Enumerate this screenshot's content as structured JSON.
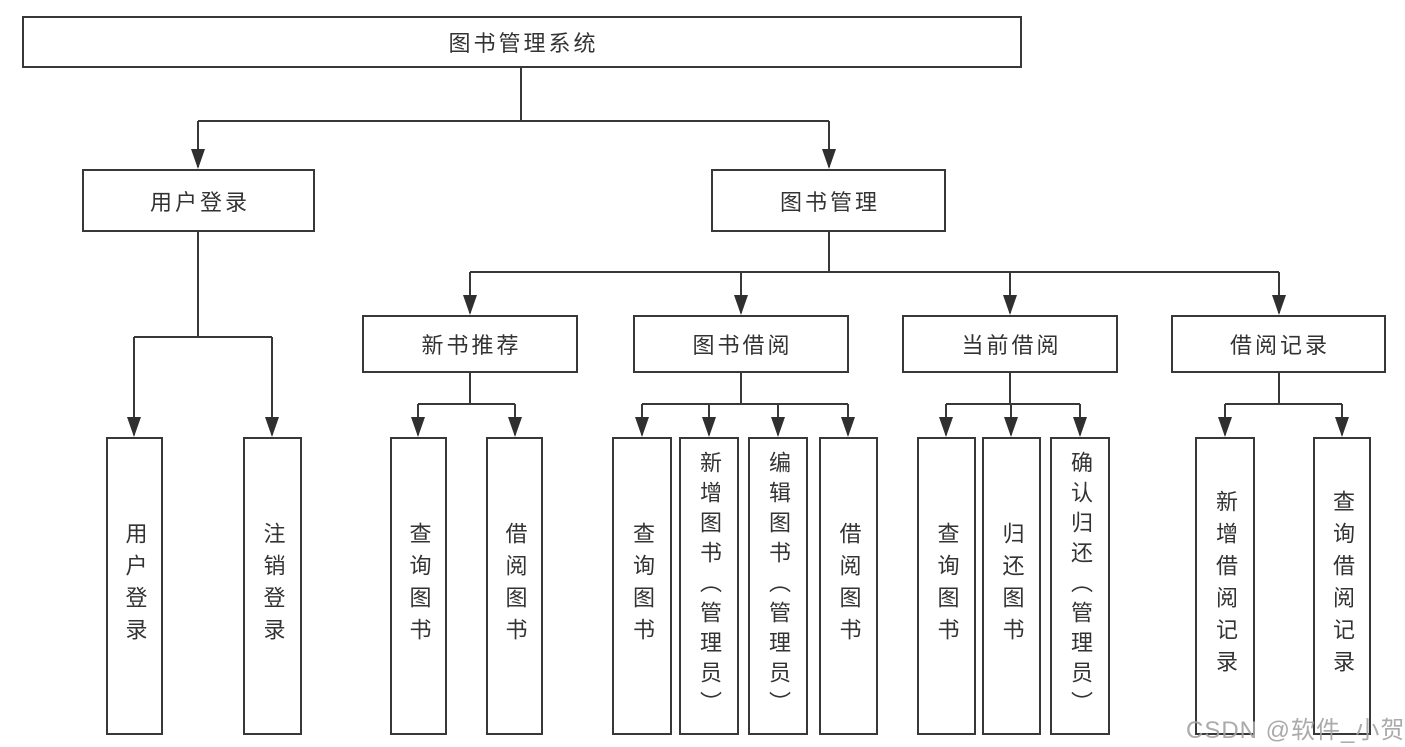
{
  "root": {
    "label": "图书管理系统"
  },
  "level2": {
    "user_login": {
      "label": "用户登录"
    },
    "book_management": {
      "label": "图书管理"
    }
  },
  "level3": {
    "new_book_recommend": {
      "label": "新书推荐"
    },
    "book_borrow": {
      "label": "图书借阅"
    },
    "current_borrow": {
      "label": "当前借阅"
    },
    "borrow_records": {
      "label": "借阅记录"
    }
  },
  "leaves": {
    "user_login": {
      "label": "用户登录"
    },
    "logout": {
      "label": "注销登录"
    },
    "recommend_query_book": {
      "label": "查询图书"
    },
    "recommend_borrow_book": {
      "label": "借阅图书"
    },
    "borrow_query_book": {
      "label": "查询图书"
    },
    "borrow_add_book": {
      "label": "新增图书（管理员）"
    },
    "borrow_edit_book": {
      "label": "编辑图书（管理员）"
    },
    "borrow_borrow_book": {
      "label": "借阅图书"
    },
    "current_query_book": {
      "label": "查询图书"
    },
    "current_return_book": {
      "label": "归还图书"
    },
    "current_confirm_return": {
      "label": "确认归还（管理员）"
    },
    "records_add_record": {
      "label": "新增借阅记录"
    },
    "records_query_record": {
      "label": "查询借阅记录"
    }
  },
  "watermark": {
    "text": "CSDN @软件_小贺同学"
  },
  "colors": {
    "line": "#383838",
    "box_border": "#383838",
    "text": "#333333",
    "box_background": "#ffffff",
    "page_background": "#ffffff",
    "watermark": "#a4a4a4"
  }
}
